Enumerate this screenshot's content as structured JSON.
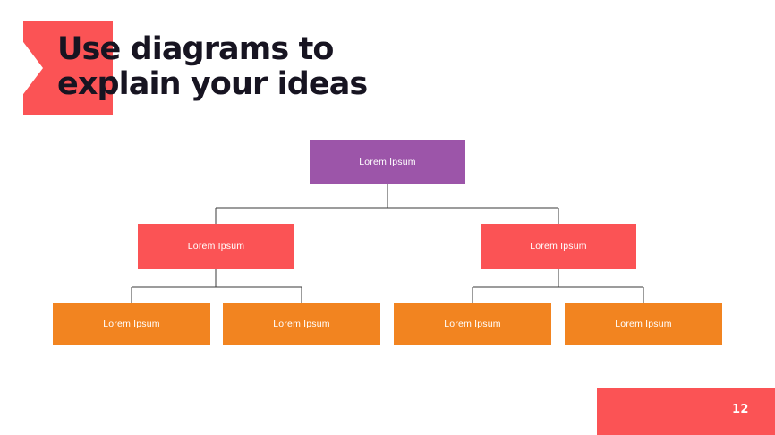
{
  "slide": {
    "title": "Use diagrams to\nexplain your ideas",
    "page_number": "12",
    "background_color": "#ffffff",
    "accent_color": "#fb5355"
  },
  "diagram": {
    "type": "org-tree",
    "levels": 3,
    "colors": {
      "level1": "#9c55a9",
      "level2": "#fb5355",
      "level3": "#f28420",
      "connector": "#3a3a3a",
      "node_text": "#ffffff"
    },
    "nodes": {
      "root": {
        "label": "Lorem Ipsum"
      },
      "level2": [
        {
          "label": "Lorem Ipsum"
        },
        {
          "label": "Lorem Ipsum"
        }
      ],
      "level3": [
        {
          "label": "Lorem Ipsum"
        },
        {
          "label": "Lorem Ipsum"
        },
        {
          "label": "Lorem Ipsum"
        },
        {
          "label": "Lorem Ipsum"
        }
      ]
    }
  }
}
